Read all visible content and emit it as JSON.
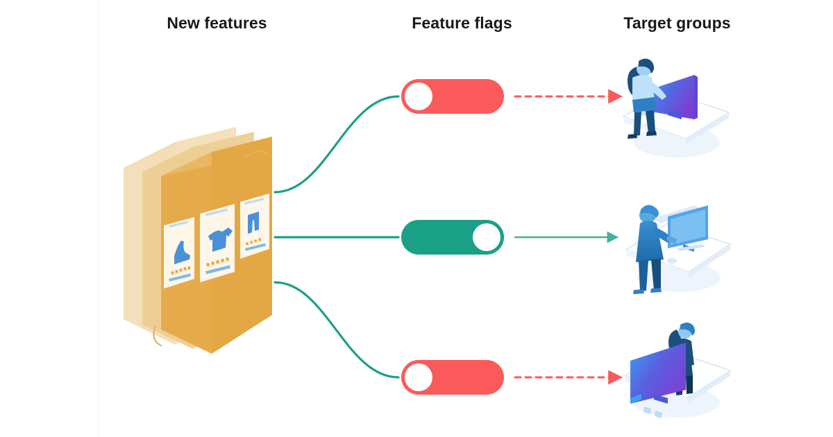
{
  "diagram": {
    "title": "Feature flags targeting diagram",
    "background": "#ffffff",
    "divider_color": "#f4f6f8",
    "columns": [
      {
        "id": "new-features",
        "label": "New features"
      },
      {
        "id": "feature-flags",
        "label": "Feature flags"
      },
      {
        "id": "target-groups",
        "label": "Target groups"
      }
    ],
    "palette": {
      "heading_text": "#18191a",
      "toggle_on": "#1ba088",
      "toggle_off": "#fb5a5a",
      "knob": "#ffffff",
      "connector_green": "#1ba088",
      "arrow_red": "#fb5a5a",
      "arrow_green": "#3fb39b",
      "card_stack_light": "#f4dcb0",
      "card_stack_mid": "#edc887",
      "card_stack_front": "#e7ad4c",
      "product_card": "#fdf6e9",
      "product_blue": "#4a90d9",
      "star_gold": "#e8a33d",
      "person_blue_light": "#a8d4f5",
      "person_blue": "#2f7fc4",
      "person_navy": "#1d4f7c",
      "monitor_gradient_start": "#3aa0f0",
      "monitor_gradient_end": "#7b3fd4",
      "desk_white": "#ffffff",
      "desk_shadow": "#edf3fb"
    },
    "flags": [
      {
        "id": "flag-1",
        "toggle_state": "off",
        "toggle_label": "off",
        "connector_style": "curve",
        "arrow_style": "dashed",
        "arrow_color": "#fb5a5a",
        "target_group": "target-group-1",
        "target_description": "person standing at desk with gradient monitor"
      },
      {
        "id": "flag-2",
        "toggle_state": "on",
        "toggle_label": "on",
        "connector_style": "straight",
        "arrow_style": "solid",
        "arrow_color": "#3fb39b",
        "target_group": "target-group-2",
        "target_description": "person in blue dress at desk with monitor"
      },
      {
        "id": "flag-3",
        "toggle_state": "off",
        "toggle_label": "off",
        "connector_style": "curve",
        "arrow_style": "dashed",
        "arrow_color": "#fb5a5a",
        "target_group": "target-group-3",
        "target_description": "person behind desk with gradient monitor"
      }
    ],
    "feature_stack": {
      "layers": 3,
      "description": "isometric stack of translucent orange panels",
      "product_cards": [
        {
          "id": "product-card-shoe",
          "item": "shoe",
          "stars": 5
        },
        {
          "id": "product-card-shirt",
          "item": "t-shirt",
          "stars": 5
        },
        {
          "id": "product-card-jeans",
          "item": "jeans",
          "stars": 4
        }
      ]
    }
  }
}
